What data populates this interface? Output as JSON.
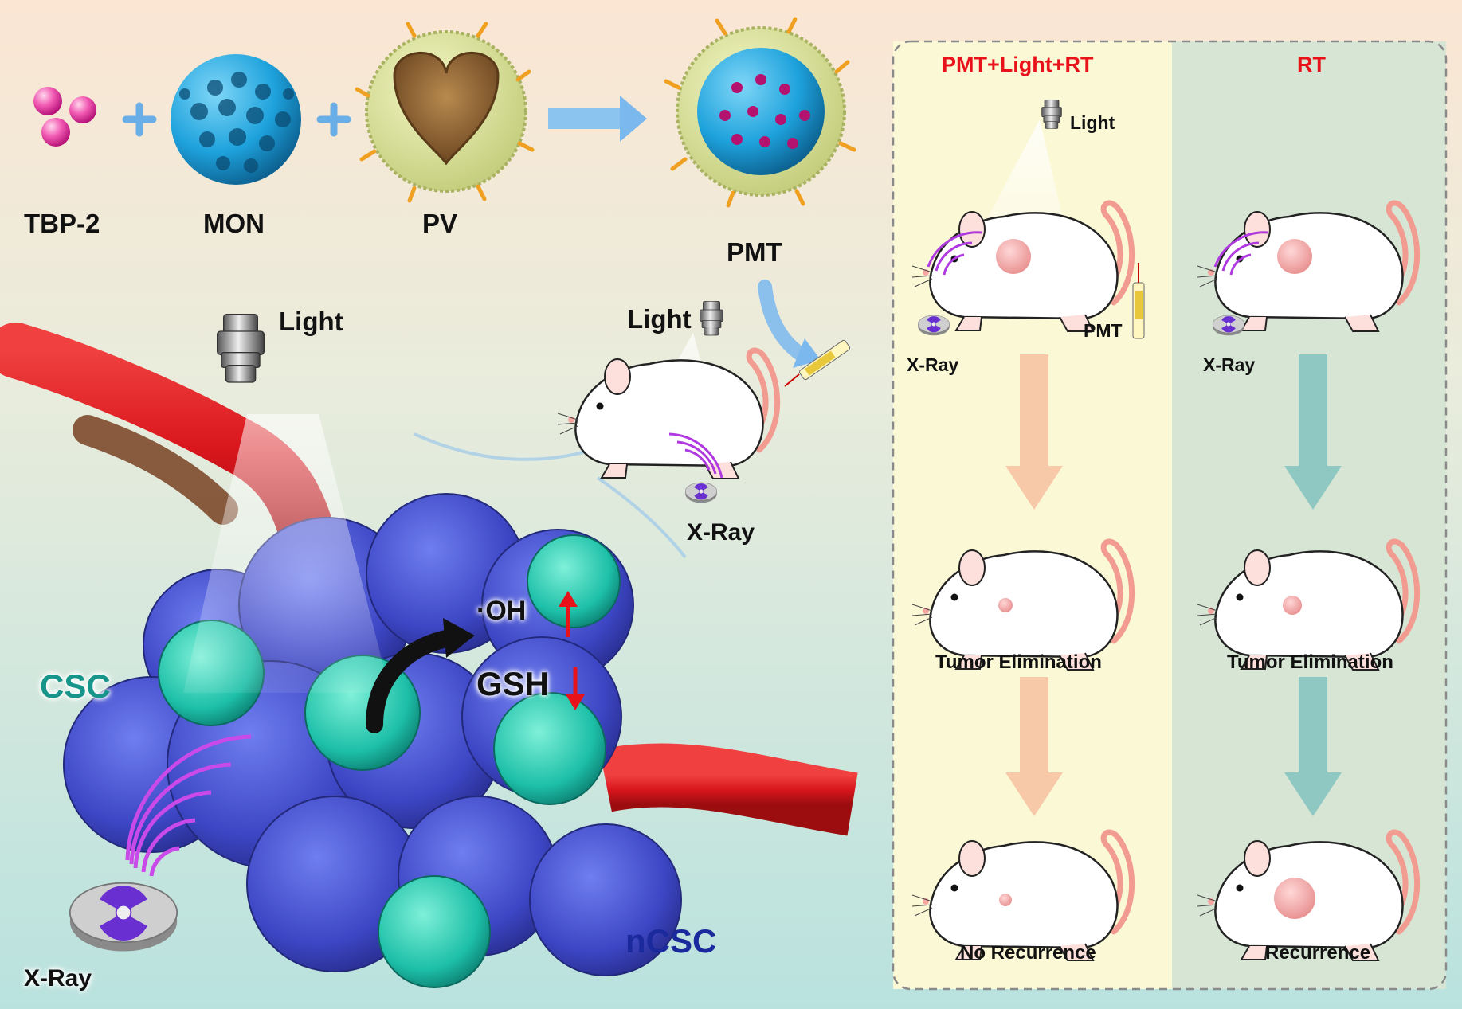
{
  "synthesis": {
    "tbp2": "TBP-2",
    "mon": "MON",
    "pv": "PV",
    "pmt": "PMT",
    "plus": "+"
  },
  "treatment": {
    "light_main": "Light",
    "light_mouse": "Light",
    "xray_mouse": "X-Ray",
    "xray_bottom": "X-Ray"
  },
  "tumor": {
    "csc": "CSC",
    "ncsc": "nCSC",
    "oh": "·OH",
    "gsh": "GSH"
  },
  "panel_left": {
    "title": "PMT+Light+RT",
    "light": "Light",
    "pmt": "PMT",
    "xray": "X-Ray",
    "step1": "Tumor Elimination",
    "step2": "No Recurrence"
  },
  "panel_right": {
    "title": "RT",
    "xray": "X-Ray",
    "step1": "Tumor Elimination",
    "step2": "Recurrence"
  },
  "colors": {
    "title_red": "#e8121b",
    "csc_teal": "#17958a",
    "ncsc_blue": "#1a2a9c",
    "vessel_red": "#d8161c",
    "mon_blue": "#1ea2dc",
    "panel_left_bg": "#fbf8d6",
    "panel_right_bg": "#d7e6d4",
    "arrow_left": "#f7c9a8",
    "arrow_right": "#8fc8c2",
    "flow_arrow": "#7ab8ee"
  }
}
